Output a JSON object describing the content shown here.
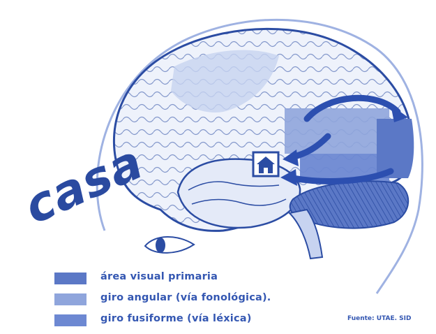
{
  "diagram": {
    "word": "casa",
    "legend": [
      {
        "label": "área visual primaria",
        "color": "#5b78c6"
      },
      {
        "label": "giro angular (vía fonológica).",
        "color": "#8fa5dc"
      },
      {
        "label": "giro fusiforme (vía léxica)",
        "color": "#6d88d2"
      }
    ],
    "source": "Fuente: UTAE. SID",
    "colors": {
      "outline": "#2b4ca3",
      "fill_light": "#c7d3f0",
      "fill_mid": "#8fa5dc",
      "fill_dark": "#5b78c6",
      "arrow": "#2c4fb0"
    },
    "icons": [
      "brain-diagram",
      "eye-icon",
      "house-icon",
      "curved-arrow-icon"
    ]
  }
}
